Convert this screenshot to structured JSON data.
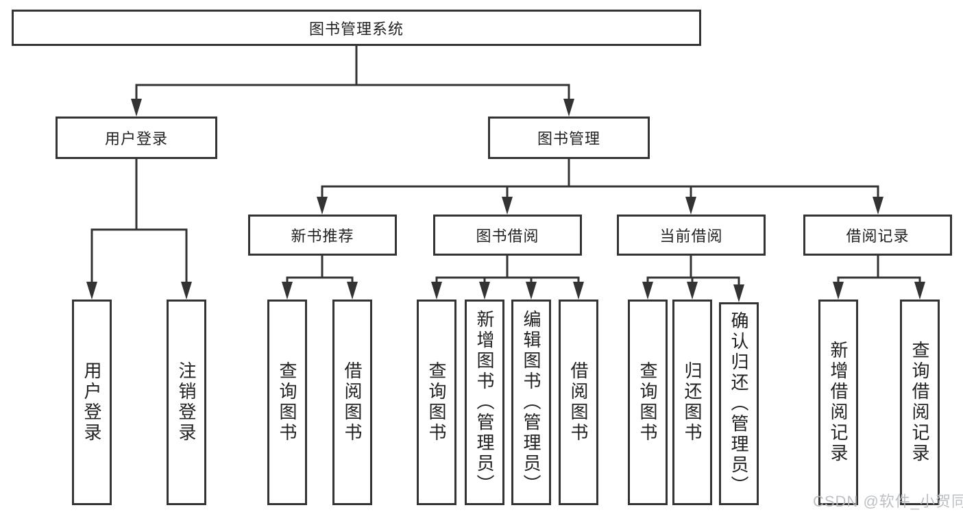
{
  "tree": {
    "root": "图书管理系统",
    "branches": [
      {
        "label": "用户登录",
        "children": [
          "用户登录",
          "注销登录"
        ]
      },
      {
        "label": "图书管理",
        "groups": [
          {
            "label": "新书推荐",
            "children": [
              "查询图书",
              "借阅图书"
            ]
          },
          {
            "label": "图书借阅",
            "children": [
              "查询图书",
              "新增图书（管理员）",
              "编辑图书（管理员）",
              "借阅图书"
            ]
          },
          {
            "label": "当前借阅",
            "children": [
              "查询图书",
              "归还图书",
              "确认归还（管理员）"
            ]
          },
          {
            "label": "借阅记录",
            "children": [
              "新增借阅记录",
              "查询借阅记录"
            ]
          }
        ]
      }
    ]
  },
  "watermark": {
    "text": "CSDN @软件_小贺同学"
  },
  "colors": {
    "line": "#333333",
    "text": "#212121",
    "background": "#ffffff",
    "watermark": "#b7babf"
  }
}
